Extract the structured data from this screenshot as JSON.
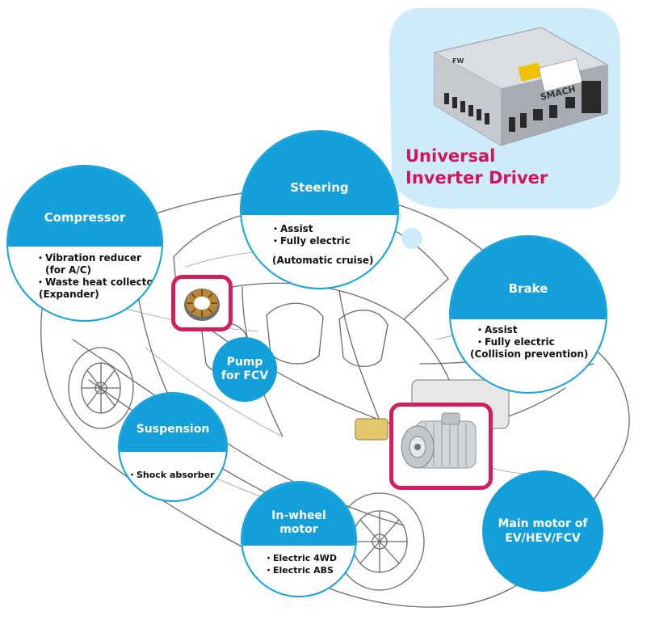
{
  "inverter": {
    "title_line1": "Universal",
    "title_line2": "Inverter Driver",
    "brand": "SMACH",
    "panel_mark": "FW"
  },
  "bubbles": {
    "compressor": {
      "title": "Compressor",
      "lines": [
        "・Vibration reducer",
        "(for A/C)",
        "・Waste heat collector",
        "(Expander)"
      ]
    },
    "steering": {
      "title": "Steering",
      "lines": [
        "・Assist",
        "・Fully electric",
        "(Automatic cruise)"
      ]
    },
    "brake": {
      "title": "Brake",
      "lines": [
        "・Assist",
        "・Fully electric",
        "(Collision prevention)"
      ]
    },
    "suspension": {
      "title": "Suspension",
      "lines": [
        "・Shock absorber"
      ]
    },
    "inwheel": {
      "title_line1": "In-wheel",
      "title_line2": "motor",
      "lines": [
        "・Electric 4WD",
        "・Electric ABS"
      ]
    },
    "pump": {
      "line1": "Pump",
      "line2": "for FCV"
    },
    "mainmotor": {
      "line1": "Main motor of",
      "line2": "EV/HEV/FCV"
    }
  },
  "colors": {
    "accent_blue": "#129fda",
    "cloud_blue": "#cdebf8",
    "frame_magenta": "#d21f5c",
    "title_magenta": "#d4145a"
  },
  "icons": [
    "car-illustration",
    "inverter-device-icon",
    "stator-icon",
    "motor-icon"
  ]
}
